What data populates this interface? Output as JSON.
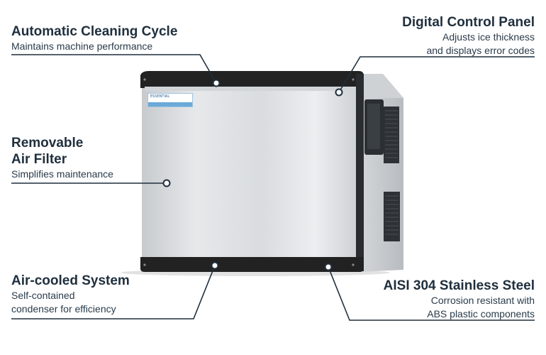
{
  "callouts": {
    "cleaning": {
      "title": "Automatic Cleaning Cycle",
      "desc": "Maintains machine performance"
    },
    "control": {
      "title": "Digital Control Panel",
      "desc_line1": "Adjusts ice thickness",
      "desc_line2": "and displays error codes"
    },
    "filter": {
      "title_line1": "Removable",
      "title_line2": "Air Filter",
      "desc": "Simplifies maintenance"
    },
    "aircooled": {
      "title": "Air-cooled System",
      "desc_line1": "Self-contained",
      "desc_line2": "condenser for efficiency"
    },
    "steel": {
      "title": "AISI 304 Stainless Steel",
      "desc_line1": "Corrosion resistant with",
      "desc_line2": "ABS plastic components"
    }
  },
  "colors": {
    "text": "#1f2f3d",
    "line": "#1f2f3d",
    "steel_light": "#e4e6e8",
    "steel_dark": "#b9bdc1",
    "trim": "#222222",
    "label_blue": "#6aa9d8"
  },
  "icons": [
    "hotspot-dot-icon",
    "vent-grille-icon"
  ]
}
